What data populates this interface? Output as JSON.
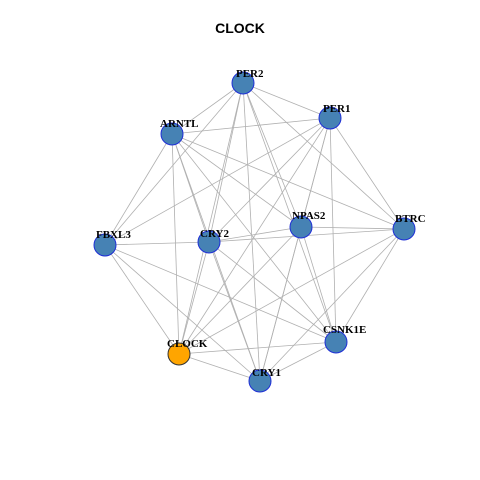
{
  "title": "CLOCK",
  "colors": {
    "node_fill": "#4682b4",
    "node_stroke": "#1f2fd6",
    "highlight_fill": "#ffa500",
    "highlight_stroke": "#333333",
    "edge": "#b0b0b0"
  },
  "nodes": [
    {
      "id": "PER2",
      "label": "PER2",
      "highlight": false
    },
    {
      "id": "PER1",
      "label": "PER1",
      "highlight": false
    },
    {
      "id": "ARNTL",
      "label": "ARNTL",
      "highlight": false
    },
    {
      "id": "NPAS2",
      "label": "NPAS2",
      "highlight": false
    },
    {
      "id": "BTRC",
      "label": "BTRC",
      "highlight": false
    },
    {
      "id": "FBXL3",
      "label": "FBXL3",
      "highlight": false
    },
    {
      "id": "CRY2",
      "label": "CRY2",
      "highlight": false
    },
    {
      "id": "CSNK1E",
      "label": "CSNK1E",
      "highlight": false
    },
    {
      "id": "CLOCK",
      "label": "CLOCK",
      "highlight": true
    },
    {
      "id": "CRY1",
      "label": "CRY1",
      "highlight": false
    }
  ],
  "edges": [
    [
      "PER2",
      "ARNTL"
    ],
    [
      "PER2",
      "PER1"
    ],
    [
      "PER2",
      "CRY2"
    ],
    [
      "PER2",
      "NPAS2"
    ],
    [
      "PER2",
      "BTRC"
    ],
    [
      "PER2",
      "CSNK1E"
    ],
    [
      "PER2",
      "CRY1"
    ],
    [
      "PER2",
      "CLOCK"
    ],
    [
      "PER2",
      "FBXL3"
    ],
    [
      "PER1",
      "ARNTL"
    ],
    [
      "PER1",
      "CRY2"
    ],
    [
      "PER1",
      "NPAS2"
    ],
    [
      "PER1",
      "BTRC"
    ],
    [
      "PER1",
      "CSNK1E"
    ],
    [
      "PER1",
      "CRY1"
    ],
    [
      "PER1",
      "CLOCK"
    ],
    [
      "PER1",
      "FBXL3"
    ],
    [
      "ARNTL",
      "CRY2"
    ],
    [
      "ARNTL",
      "NPAS2"
    ],
    [
      "ARNTL",
      "BTRC"
    ],
    [
      "ARNTL",
      "CSNK1E"
    ],
    [
      "ARNTL",
      "CRY1"
    ],
    [
      "ARNTL",
      "CLOCK"
    ],
    [
      "ARNTL",
      "FBXL3"
    ],
    [
      "NPAS2",
      "CRY2"
    ],
    [
      "NPAS2",
      "BTRC"
    ],
    [
      "NPAS2",
      "CSNK1E"
    ],
    [
      "NPAS2",
      "CRY1"
    ],
    [
      "NPAS2",
      "CLOCK"
    ],
    [
      "BTRC",
      "CRY2"
    ],
    [
      "BTRC",
      "CSNK1E"
    ],
    [
      "BTRC",
      "CRY1"
    ],
    [
      "BTRC",
      "CLOCK"
    ],
    [
      "FBXL3",
      "CRY2"
    ],
    [
      "FBXL3",
      "CRY1"
    ],
    [
      "FBXL3",
      "CLOCK"
    ],
    [
      "FBXL3",
      "CSNK1E"
    ],
    [
      "CRY2",
      "CSNK1E"
    ],
    [
      "CRY2",
      "CRY1"
    ],
    [
      "CRY2",
      "CLOCK"
    ],
    [
      "CSNK1E",
      "CRY1"
    ],
    [
      "CSNK1E",
      "CLOCK"
    ],
    [
      "CLOCK",
      "CRY1"
    ]
  ]
}
